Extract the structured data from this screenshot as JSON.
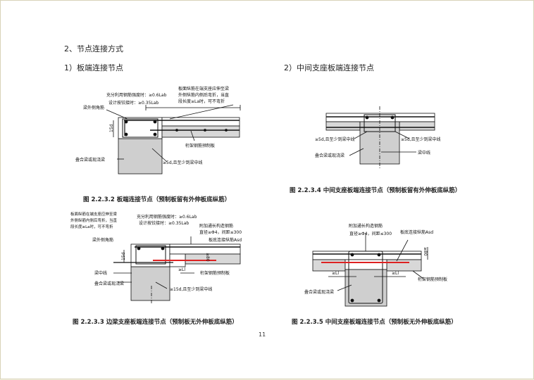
{
  "section_title": "2、节点连接方式",
  "sub_left": "1）板端连接节点",
  "sub_right": "2）中间支座板端连接节点",
  "page_number": "11",
  "fig1": {
    "caption": "图 2.2.3.2 板端连接节点（预制板留有外伸板底纵筋）",
    "top_label_1": "板面纵筋在端支座应伸至梁",
    "top_label_2": "外侧纵筋内侧后弯折，当直",
    "top_label_3": "段长度≥La时，可不弯折",
    "anchor_1": "充分利用钢筋强度时：≥0.6Lab",
    "anchor_2": "设计按铰接时：≥0.35Lab",
    "beam_side": "梁外侧角筋",
    "h_label": "15d",
    "precast": "桁架钢筋预制板",
    "cast": "叠合梁或现浇梁",
    "extend": "≥5d,且至少到梁中线"
  },
  "fig2": {
    "caption": "图 2.2.3.4 中间支座板端连接节点（预制板留有外伸板底纵筋）",
    "extend_left": "≥5d,且至少到梁中线",
    "extend_right": "≥5d,且至少到梁中线",
    "cast": "叠合梁或现浇梁",
    "center": "梁中线"
  },
  "fig3": {
    "caption": "图 2.2.3.3 边梁支座板端连接节点（预制板无外伸板底纵筋）",
    "top_label_1": "板面纵筋在端支座应伸至梁",
    "top_label_2": "外侧纵筋内侧后弯折，当直",
    "top_label_3": "段长度≥La时，可不弯折",
    "anchor_1": "充分利用钢筋强度时：≥0.6Lab",
    "anchor_2": "设计按铰接时：≥0.35Lab",
    "add_bar_1": "附加通长构造钢筋",
    "add_bar_2": "直径≥Φ4，间距≤300",
    "joint_bar": "板底连接纵筋Asd",
    "beam_side": "梁外侧角筋",
    "h_label": "15d",
    "h_label2": "≥80",
    "li": "≥Ll",
    "center": "梁中线",
    "precast": "桁架钢筋预制板",
    "cast": "叠合梁或现浇梁",
    "extend": "≥15d,且至少到梁中线"
  },
  "fig4": {
    "caption": "图 2.2.3.5 中间支座板端连接节点（预制板无外伸板底纵筋）",
    "add_bar_1": "附加通长构造钢筋",
    "add_bar_2": "直径≥Φ4，间距≤300",
    "joint_bar": "板底连接纵筋Asd",
    "h_label": "≥80",
    "li_left": "≥Ll",
    "li_right": "≥Ll",
    "precast": "桁架钢筋预制板",
    "cast": "叠合梁或现浇梁"
  }
}
